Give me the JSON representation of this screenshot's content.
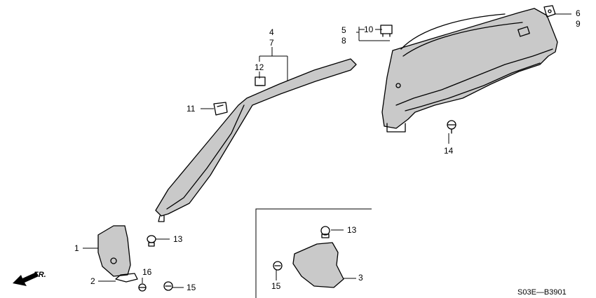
{
  "callouts": {
    "c1": "1",
    "c2": "2",
    "c3": "3",
    "c4": "4",
    "c5": "5",
    "c6": "6",
    "c7": "7",
    "c8": "8",
    "c9": "9",
    "c10": "10",
    "c11": "11",
    "c12": "12",
    "c13a": "13",
    "c13b": "13",
    "c14": "14",
    "c15a": "15",
    "c15b": "15",
    "c16": "16"
  },
  "front_label": "FR.",
  "diagram_code": "S03E—B3901"
}
